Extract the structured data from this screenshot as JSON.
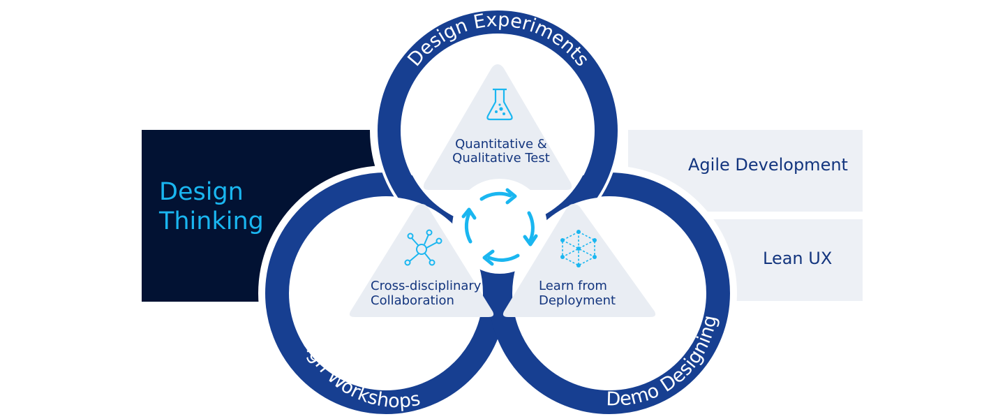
{
  "left_panel": {
    "title": "Design\nThinking"
  },
  "right_panels": {
    "agile": "Agile Development",
    "lean": "Lean UX"
  },
  "rings": {
    "top": "Design Experiments",
    "left": "Design Workshops",
    "right": "Demo Designing"
  },
  "triangles": {
    "top": {
      "line1": "Quantitative &",
      "line2": "Qualitative Test",
      "icon": "flask-icon"
    },
    "left": {
      "line1": "Cross-disciplinary",
      "line2": "Collaboration",
      "icon": "network-icon"
    },
    "right": {
      "line1": "Learn from",
      "line2": "Deployment",
      "icon": "cube-icon"
    }
  },
  "center": {
    "icon": "cycle-arrows-icon"
  },
  "colors": {
    "ring": "#173f91",
    "dark_panel": "#021233",
    "accent": "#1ab6f0",
    "light_panel": "#edf0f5",
    "triangle_fill": "#e9edf3",
    "text_dark": "#13357e"
  }
}
